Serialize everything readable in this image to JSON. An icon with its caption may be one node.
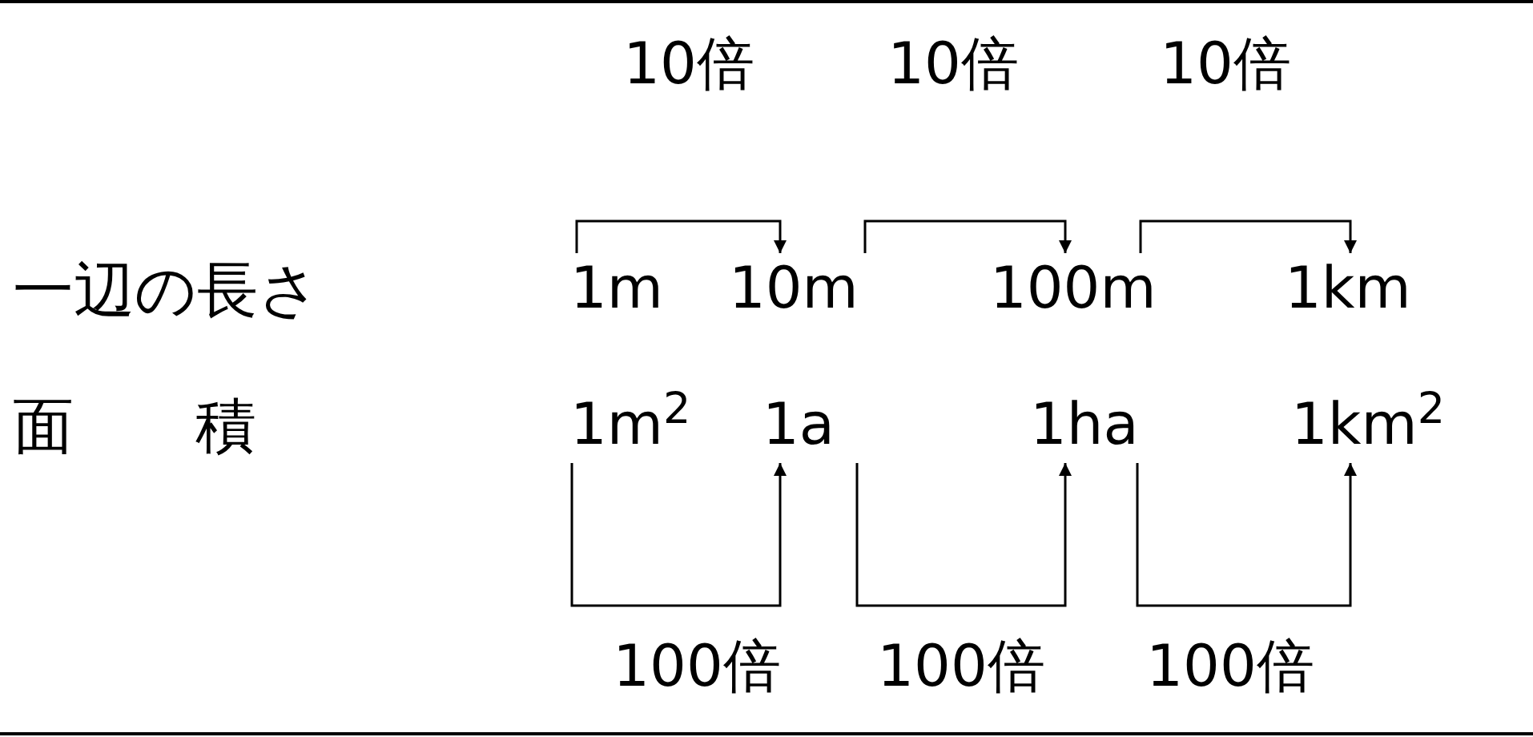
{
  "diagram": {
    "nodes": [
      {
        "text": [
          "1m"
        ]
      },
      {
        "text": [
          "10m"
        ]
      },
      {
        "text": [
          "100m"
        ]
      },
      {
        "text": [
          "1km"
        ]
      },
      {
        "text": [
          "1m$^{2}$"
        ]
      },
      {
        "text": [
          "1a"
        ]
      },
      {
        "text": [
          "1ha"
        ]
      },
      {
        "text": [
          "1km$^{2}$"
        ]
      }
    ],
    "edges": [
      {
        "from": 0,
        "to": 1,
        "arrow": "to",
        "label": "10倍"
      },
      {
        "from": 1,
        "to": 2,
        "arrow": "to",
        "label": "10倍"
      },
      {
        "from": 2,
        "to": 3,
        "arrow": "to",
        "label": "10倍"
      },
      {
        "from": 4,
        "to": 5,
        "arrow": "to",
        "label": "100倍"
      },
      {
        "from": 5,
        "to": 6,
        "arrow": "to",
        "label": "100倍"
      },
      {
        "from": 6,
        "to": 7,
        "arrow": "to",
        "label": "100倍"
      }
    ],
    "labels": [
      "一辺の長さ",
      "面　　積"
    ]
  }
}
